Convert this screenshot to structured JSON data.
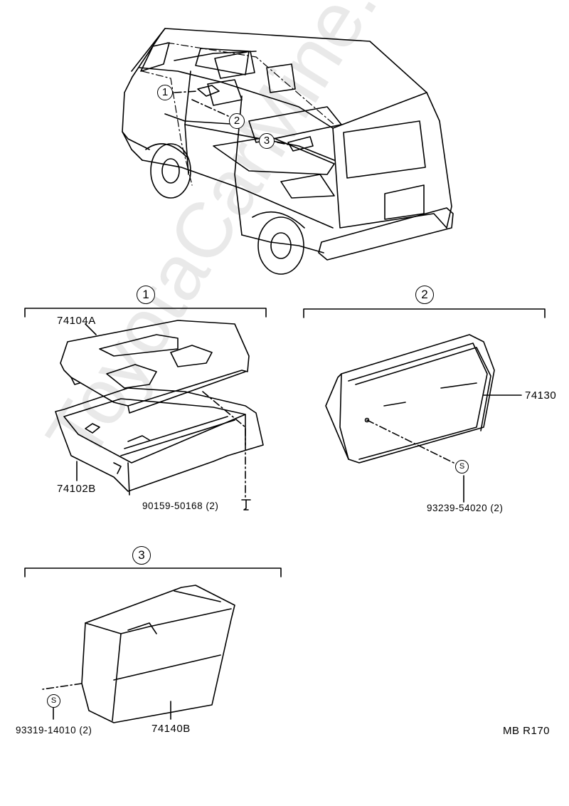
{
  "watermark": "ToyotaCarMine.ru",
  "callouts": {
    "c1": "1",
    "c2": "2",
    "c3": "3"
  },
  "groups": {
    "g1": {
      "number": "1",
      "parts": [
        "74104A",
        "74102B",
        "90159-50168 (2)"
      ]
    },
    "g2": {
      "number": "2",
      "parts": [
        "74130",
        "93239-54020 (2)"
      ]
    },
    "g3": {
      "number": "3",
      "parts": [
        "74140B",
        "93319-14010 (2)"
      ]
    }
  },
  "screw_symbol": "S",
  "diagram_code": "MB R170",
  "colors": {
    "line": "#000000",
    "watermark": "#e9e9e9",
    "background": "#ffffff"
  }
}
